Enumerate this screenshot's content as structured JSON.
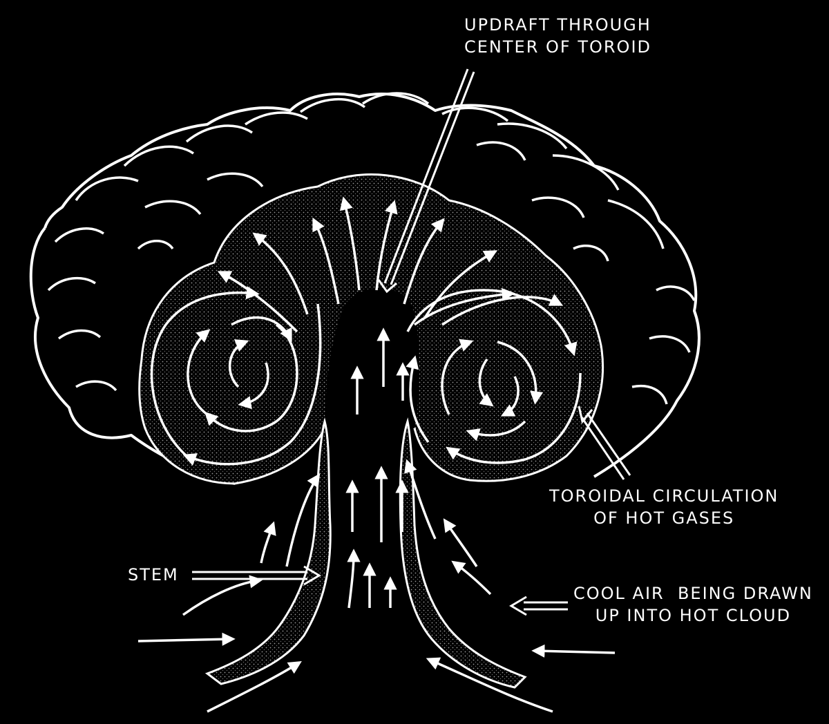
{
  "labels": {
    "updraft": {
      "line1": "UPDRAFT THROUGH",
      "line2": "CENTER OF TOROID"
    },
    "toroidal": {
      "line1": "TOROIDAL CIRCULATION",
      "line2": "OF HOT GASES"
    },
    "stem": "STEM",
    "cool_air": {
      "line1": "COOL AIR  BEING DRAWN",
      "line2": "UP INTO HOT CLOUD"
    }
  },
  "colors": {
    "background": "#000000",
    "ink": "#ffffff",
    "shading": "#8a8a8a"
  }
}
